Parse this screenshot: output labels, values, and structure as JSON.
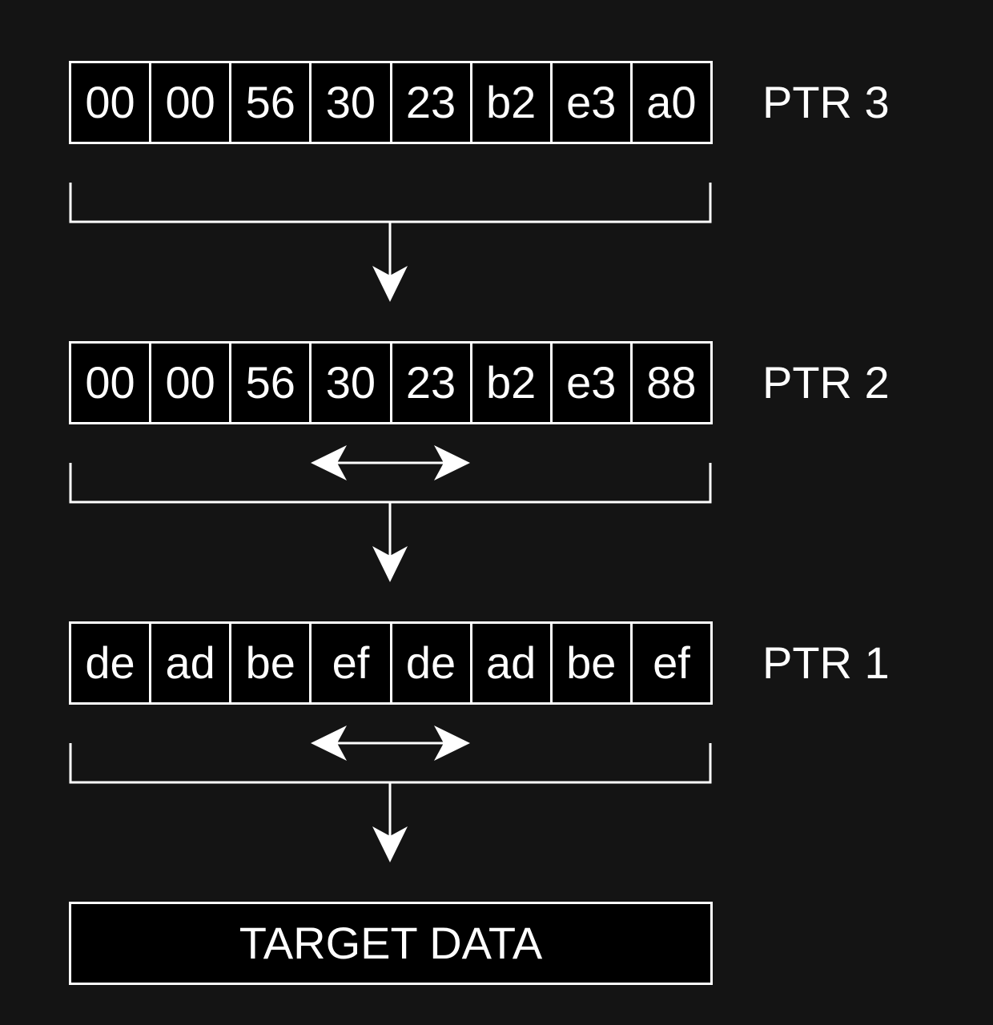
{
  "colors": {
    "background": "#141414",
    "box_fill": "#000000",
    "stroke": "#ffffff",
    "text": "#ffffff"
  },
  "rows": [
    {
      "label": "PTR 3",
      "bytes": [
        "00",
        "00",
        "56",
        "30",
        "23",
        "b2",
        "e3",
        "a0"
      ]
    },
    {
      "label": "PTR 2",
      "bytes": [
        "00",
        "00",
        "56",
        "30",
        "23",
        "b2",
        "e3",
        "88"
      ]
    },
    {
      "label": "PTR 1",
      "bytes": [
        "de",
        "ad",
        "be",
        "ef",
        "de",
        "ad",
        "be",
        "ef"
      ]
    }
  ],
  "target": {
    "label": "TARGET DATA"
  },
  "connectors": [
    {
      "from": "PTR 3",
      "to": "PTR 2",
      "double_arrow": false
    },
    {
      "from": "PTR 2",
      "to": "PTR 1",
      "double_arrow": true
    },
    {
      "from": "PTR 1",
      "to": "TARGET DATA",
      "double_arrow": true
    }
  ]
}
